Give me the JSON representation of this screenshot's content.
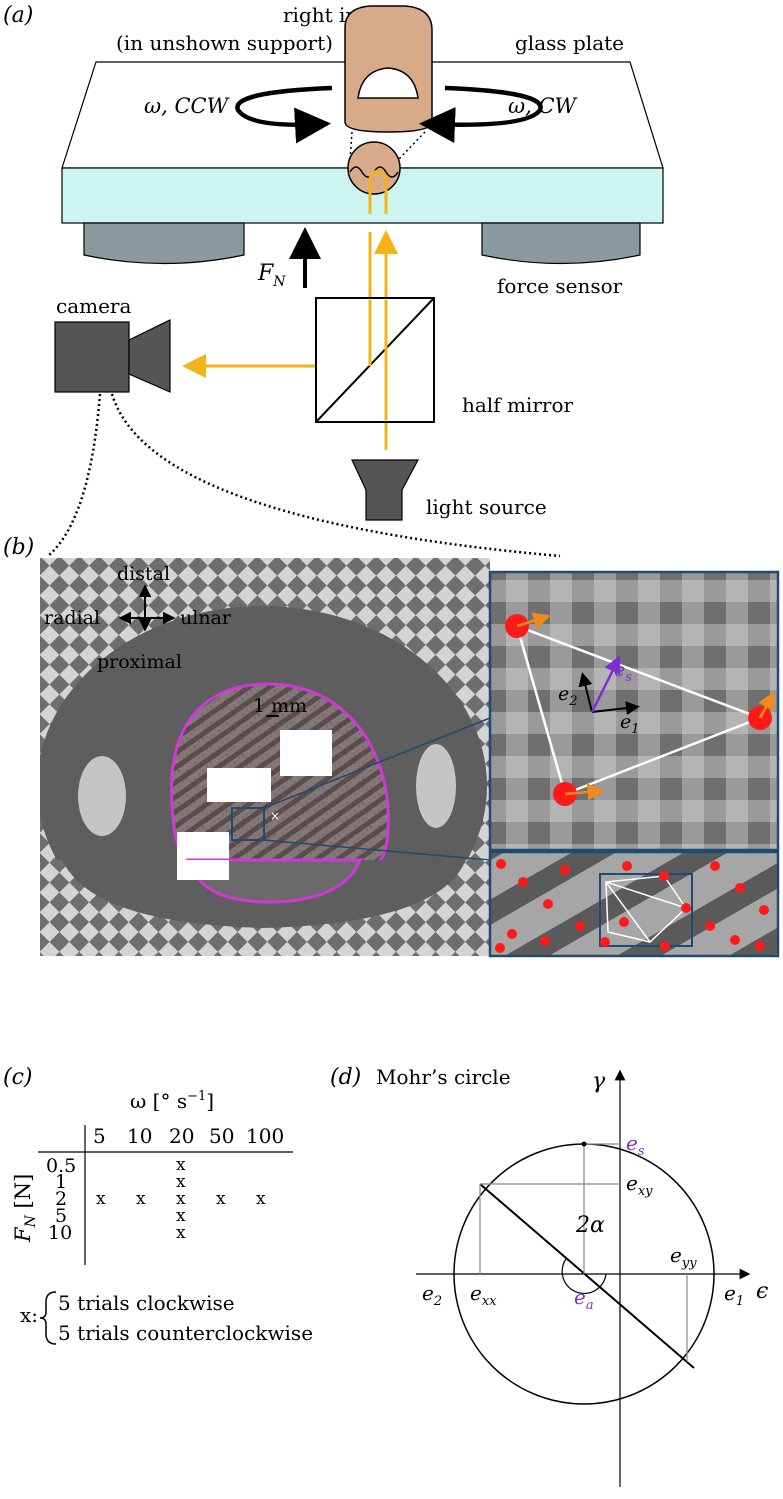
{
  "panel_a": {
    "label": "(a)",
    "finger_label_line1": "right index",
    "finger_label_line2": "(in unshown support)",
    "plate_label": "glass plate",
    "omega_ccw": "ω, CCW",
    "omega_cw": "ω, CW",
    "force_label": "F",
    "force_sub": "N",
    "sensor_label": "force sensor",
    "camera_label": "camera",
    "mirror_label": "half mirror",
    "light_label": "light source"
  },
  "panel_b": {
    "label": "(b)",
    "dir_distal": "distal",
    "dir_radial": "radial",
    "dir_ulnar": "ulnar",
    "dir_proximal": "proximal",
    "scale_label": "1 mm",
    "zoom_e2": "e",
    "zoom_e2_sub": "2",
    "zoom_e1": "e",
    "zoom_e1_sub": "1",
    "zoom_es": "e",
    "zoom_es_sub": "s"
  },
  "panel_c": {
    "label": "(c)",
    "omega_header": "ω [° s",
    "omega_header_exp": "−1",
    "omega_header_end": "]",
    "omega_values": [
      "5",
      "10",
      "20",
      "50",
      "100"
    ],
    "fn_axis": "F",
    "fn_axis_sub": "N",
    "fn_axis_unit": " [N]",
    "fn_values": [
      "0.5",
      "1",
      "2",
      "5",
      "10"
    ],
    "mark": "x",
    "legend_prefix": "x:",
    "legend_line1": "5 trials clockwise",
    "legend_line2": "5 trials counterclockwise"
  },
  "panel_d": {
    "label": "(d)",
    "title": "Mohr’s circle",
    "gamma": "γ",
    "epsilon": "ϵ",
    "e_s": "e",
    "e_s_sub": "s",
    "e_xy": "e",
    "e_xy_sub": "xy",
    "two_alpha": "2α",
    "e_yy": "e",
    "e_yy_sub": "yy",
    "e_2": "e",
    "e_2_sub": "2",
    "e_xx": "e",
    "e_xx_sub": "xx",
    "e_a": "e",
    "e_a_sub": "a",
    "e_1": "e",
    "e_1_sub": "1"
  },
  "colors": {
    "light_path": "#f2b417",
    "glass": "#cdf5ef",
    "finger": "#d8aa8a",
    "sensor": "#8a9a9e",
    "device": "#555555",
    "contour": "#d238d8",
    "marker": "#ff1a1a",
    "zoom_frame": "#1f4a73",
    "displacement": "#f08a1a",
    "shear": "#7a2fd0"
  }
}
